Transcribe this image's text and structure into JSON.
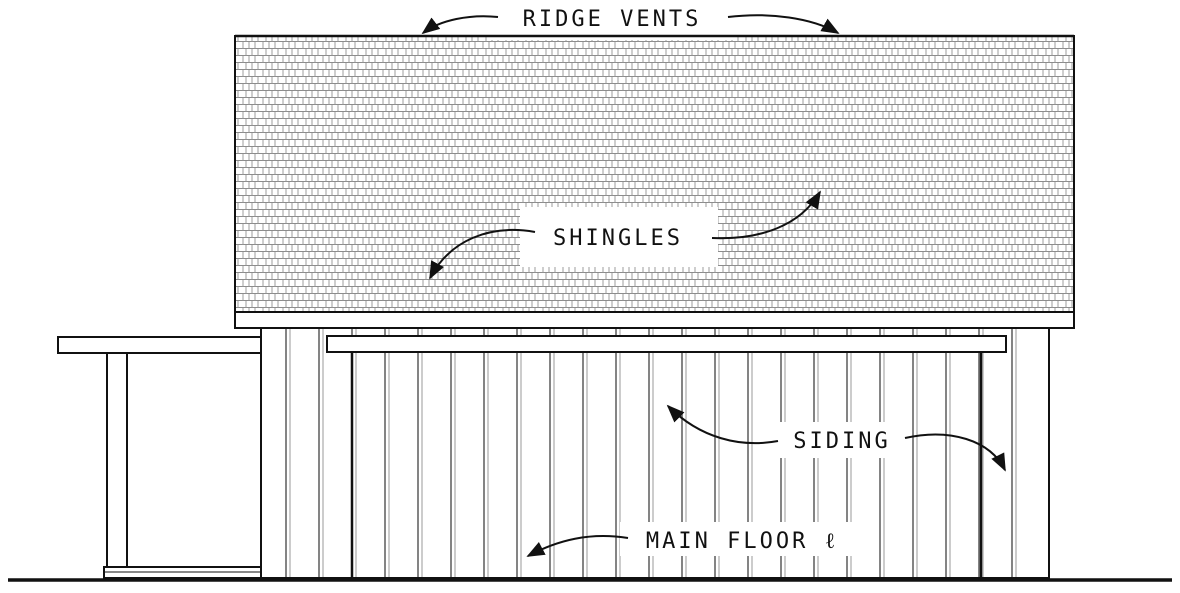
{
  "diagram": {
    "kind": "building elevation drawing",
    "colors": {
      "line": "#111111",
      "paper": "#ffffff",
      "shingle": "#9a9a9a"
    },
    "labels": {
      "ridge_vents": "RIDGE VENTS",
      "shingles": "SHINGLES",
      "siding": "SIDING",
      "main_floor": "MAIN FLOOR ℓ"
    }
  }
}
